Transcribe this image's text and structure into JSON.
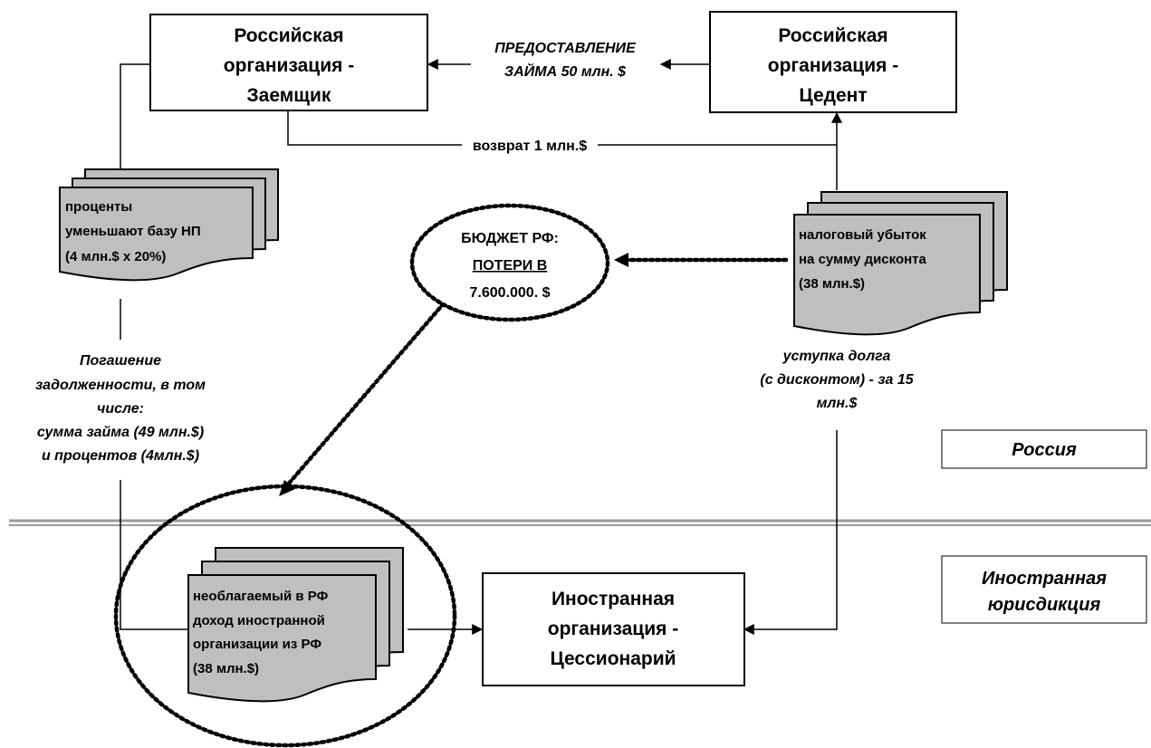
{
  "entities": {
    "borrower": [
      "Российская",
      "организация -",
      "Заемщик"
    ],
    "cedent": [
      "Российская",
      "организация -",
      "Цедент"
    ],
    "cessionary": [
      "Иностранная",
      "организация -",
      "Цессионарий"
    ]
  },
  "documents": {
    "interest": [
      "проценты",
      "уменьшают базу НП",
      "(4 млн.$ х 20%)"
    ],
    "tax_loss": [
      "налоговый убыток",
      "на сумму дисконта",
      "(38 млн.$)"
    ],
    "foreign_income": [
      "необлагаемый в РФ",
      "доход иностранной",
      "организации из РФ",
      "(38 млн.$)"
    ]
  },
  "budget": {
    "line1": "БЮДЖЕТ РФ:",
    "line2": "ПОТЕРИ В",
    "line3": "7.600.000. $"
  },
  "flows": {
    "loan": [
      "ПРЕДОСТАВЛЕНИЕ",
      "ЗАЙМА 50 млн. $"
    ],
    "refund": "возврат 1 млн.$",
    "repayment": [
      "Погашение",
      "задолженности, в том",
      "числе:",
      "сумма займа (49 млн.$)",
      "и процентов (4млн.$)"
    ],
    "assignment": [
      "уступка долга",
      "(с дисконтом) - за 15",
      "млн.$"
    ]
  },
  "regions": {
    "russia": "Россия",
    "foreign": [
      "Иностранная",
      "юрисдикция"
    ]
  },
  "colors": {
    "doc_fill": "#bfbfbf",
    "line": "#000000",
    "divider": "#9a9a9a"
  }
}
